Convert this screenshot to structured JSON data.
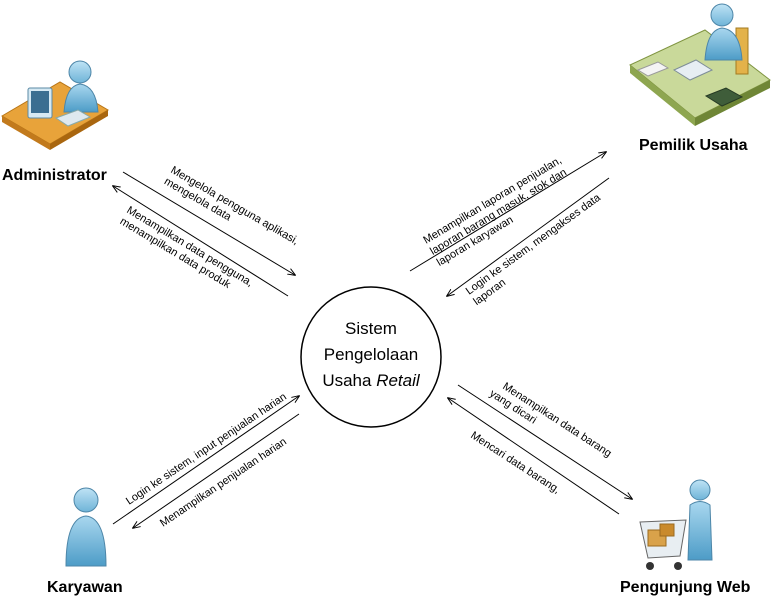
{
  "center": {
    "line1": "Sistem",
    "line2": "Pengelolaan",
    "line3_plain": "Usaha ",
    "line3_italic": "Retail"
  },
  "actors": {
    "administrator": {
      "name": "Administrator",
      "icon": "admin-computer-icon"
    },
    "owner": {
      "name": "Pemilik Usaha",
      "icon": "owner-desk-icon"
    },
    "employee": {
      "name": "Karyawan",
      "icon": "person-icon"
    },
    "visitor": {
      "name": "Pengunjung Web",
      "icon": "shopping-cart-person-icon"
    }
  },
  "flows": {
    "admin_in": [
      "Mengelola pengguna aplikasi,",
      "mengelola data"
    ],
    "admin_out": [
      "Menampilkan data pengguna,",
      "menampilkan data produk"
    ],
    "owner_out": [
      "Menampilkan laporan penjualan,",
      "laporan barang masuk, stok dan",
      "laporan karyawan"
    ],
    "owner_in": [
      "Login ke sistem, mengakses data",
      "laporan"
    ],
    "employee_in": [
      "Login ke sistem, input penjualan harian"
    ],
    "employee_out": [
      "Menampilkan penjualan harian"
    ],
    "visitor_out": [
      "Menampilkan data barang",
      "yang dicari"
    ],
    "visitor_in": [
      "Mencari data barang,"
    ]
  }
}
